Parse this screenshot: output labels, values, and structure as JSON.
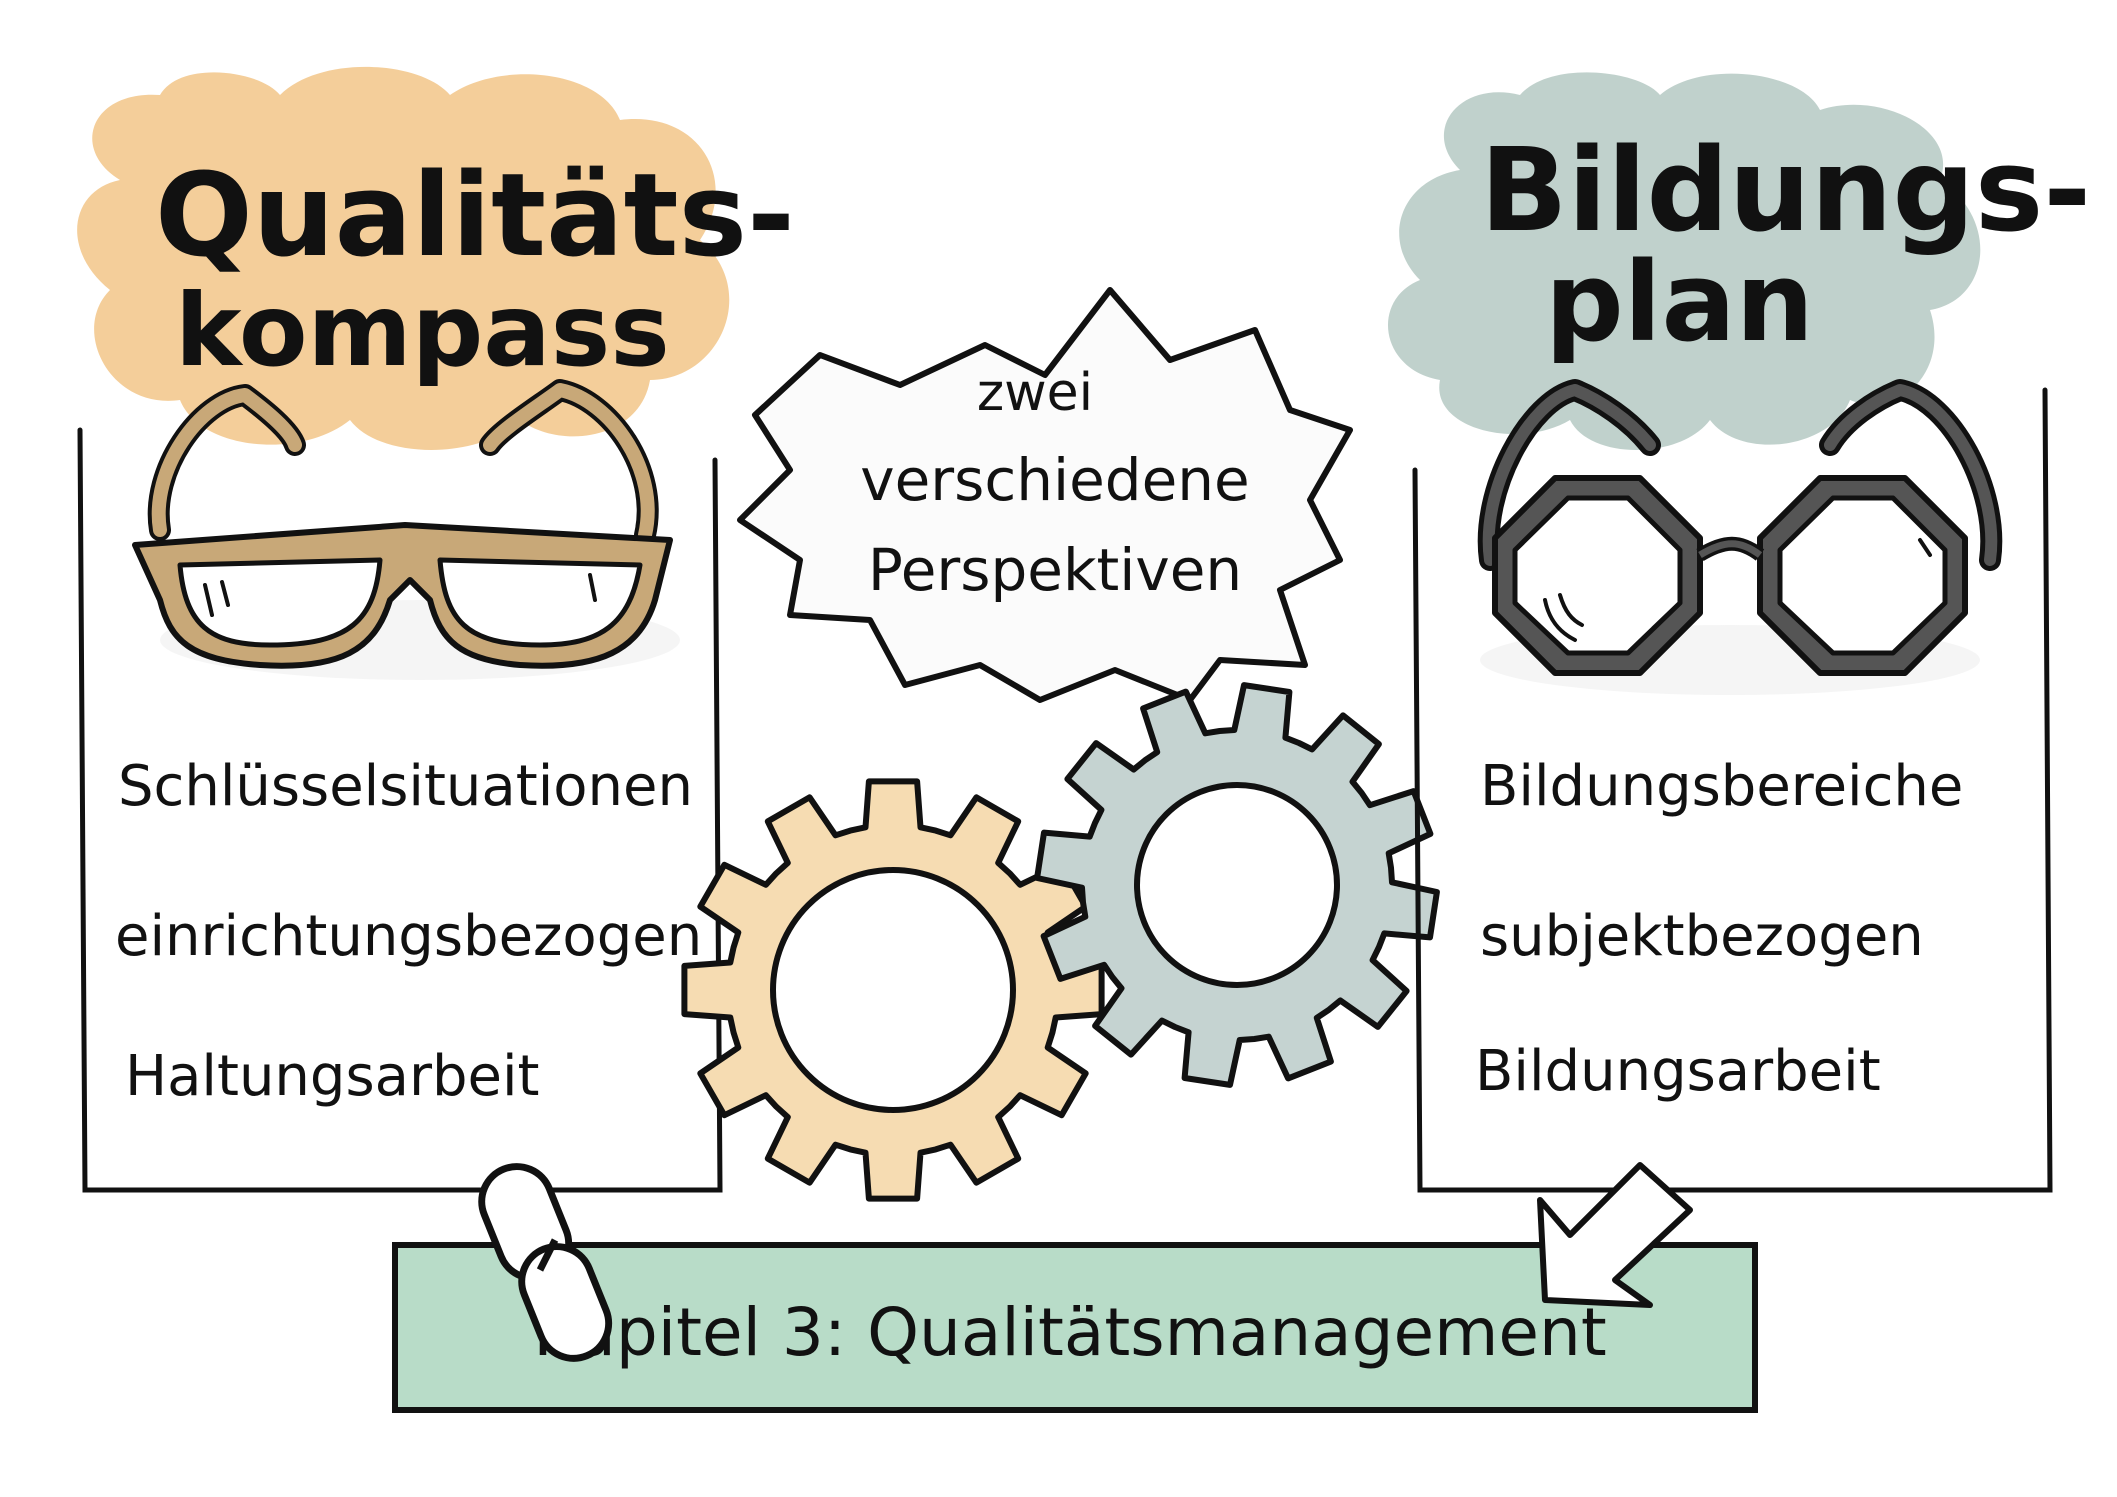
{
  "left_panel": {
    "title_line1": "Qualitäts-",
    "title_line2": "kompass",
    "color": "#f3c98f",
    "glasses_color": "#c8a878",
    "items": [
      "Schlüsselsituationen",
      "einrichtungsbezogen",
      "Haltungsarbeit"
    ]
  },
  "center_burst": {
    "line1": "zwei",
    "line2": "verschiedene",
    "line3": "Perspektiven"
  },
  "right_panel": {
    "title_line1": "Bildungs-",
    "title_line2": "plan",
    "color": "#b9ccc6",
    "glasses_color": "#555555",
    "items": [
      "Bildungsbereiche",
      "subjektbezogen",
      "Bildungsarbeit"
    ]
  },
  "gears": {
    "left_color": "#f6dcb2",
    "right_color": "#c5d3d1"
  },
  "footer": {
    "label": "Kapitel 3: Qualitätsmanagement",
    "color": "#b8dcc8"
  },
  "icons": [
    "chain-link-icon",
    "arrow-down-left-icon",
    "glasses-icon",
    "gear-icon"
  ]
}
